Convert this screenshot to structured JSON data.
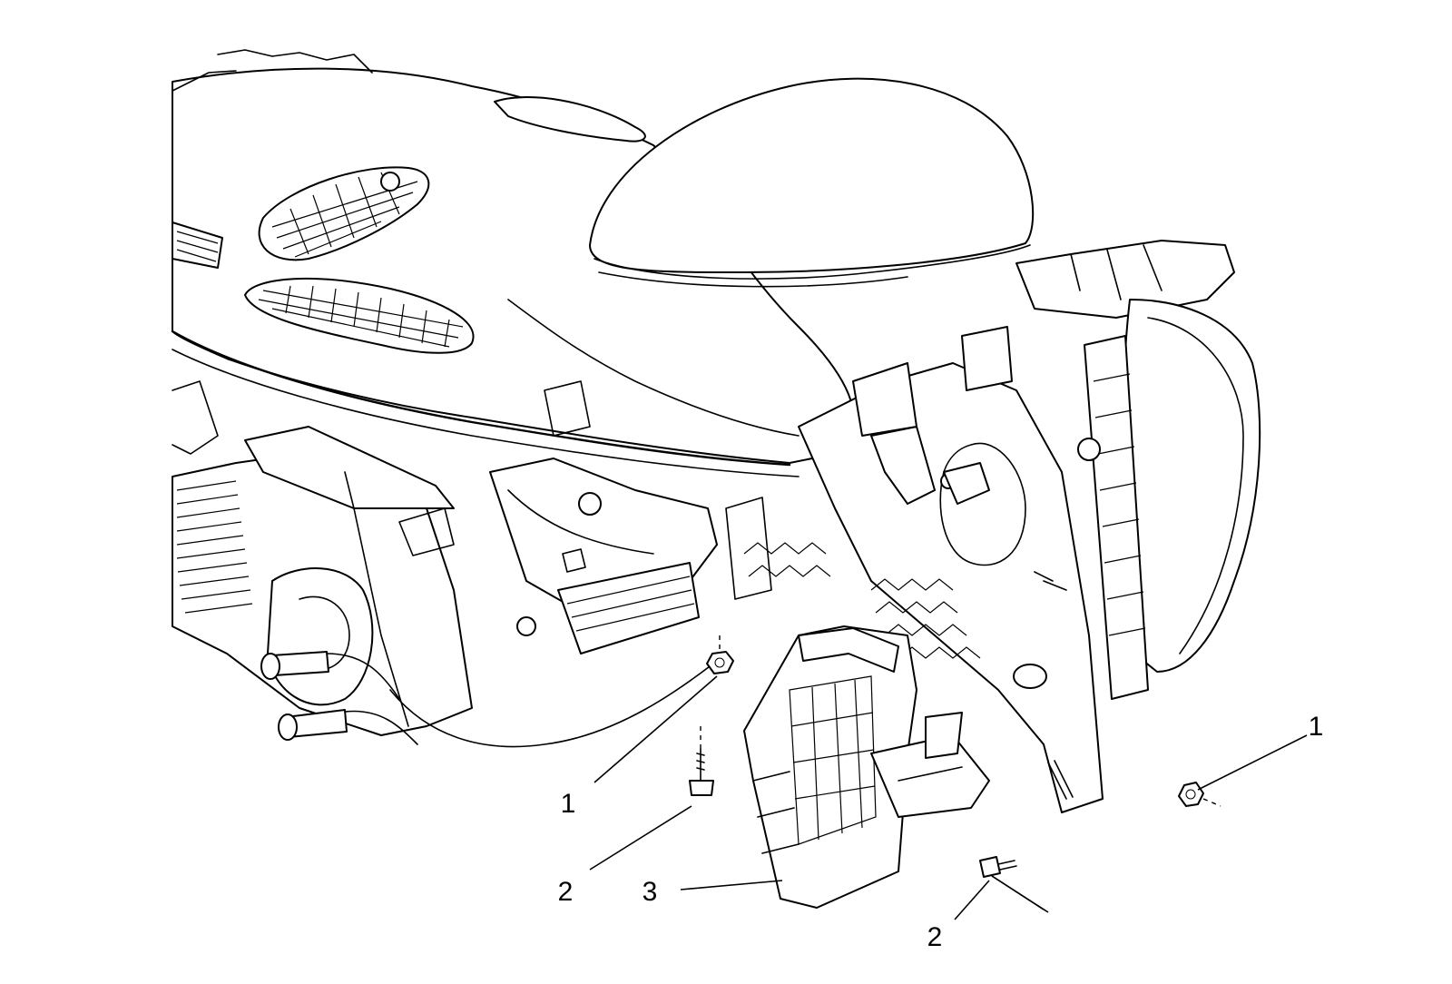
{
  "callouts": [
    {
      "id": "c1a",
      "label": "1"
    },
    {
      "id": "c1b",
      "label": "1"
    },
    {
      "id": "c2a",
      "label": "2"
    },
    {
      "id": "c2b",
      "label": "2"
    },
    {
      "id": "c3",
      "label": "3"
    }
  ]
}
